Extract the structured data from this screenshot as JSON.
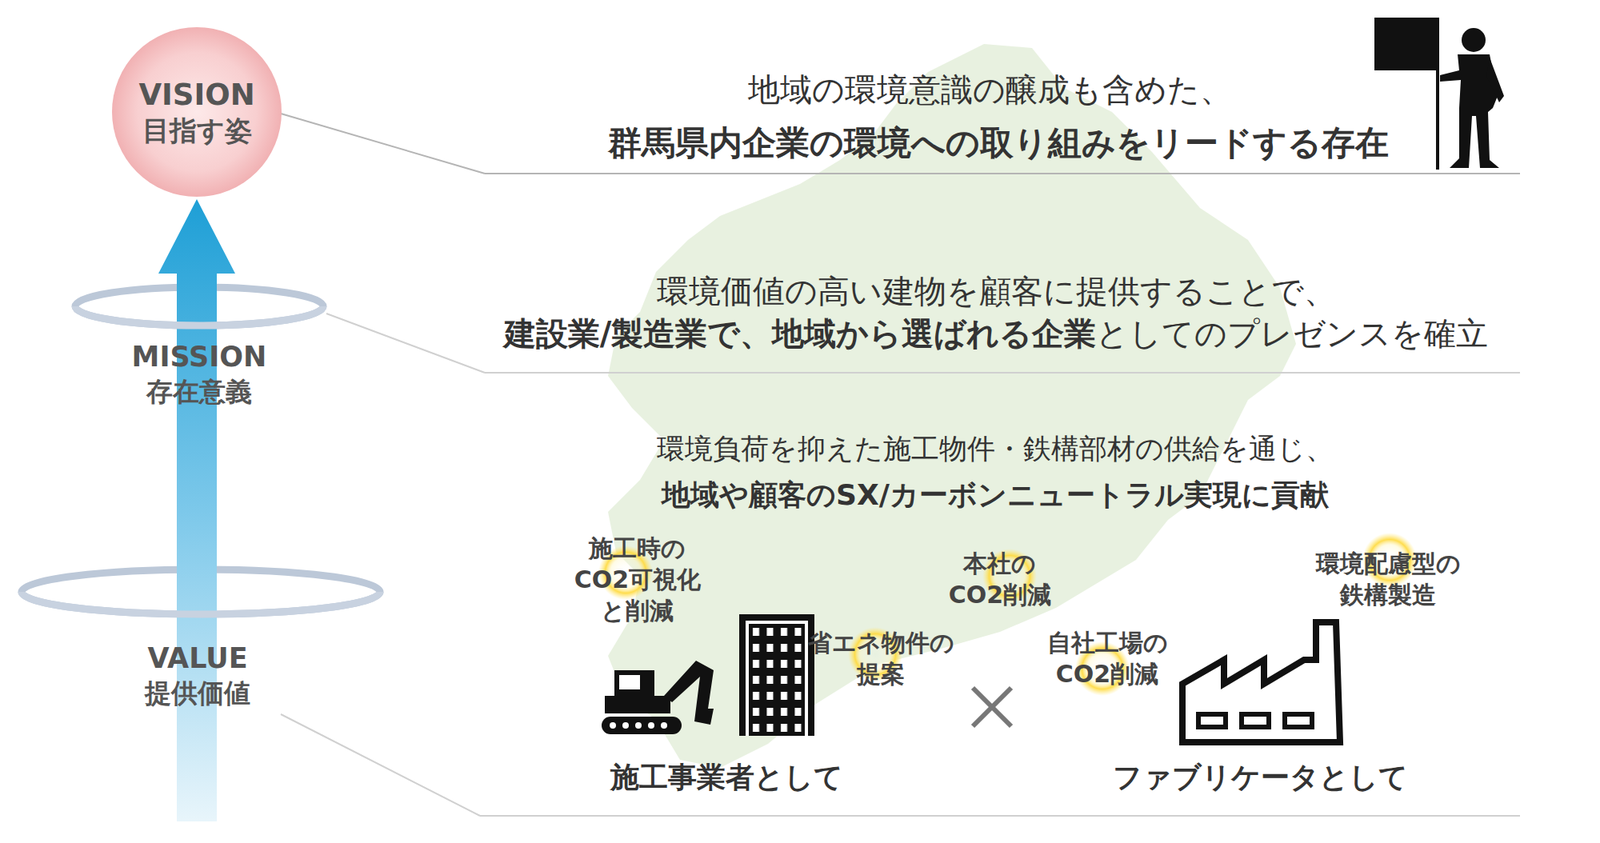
{
  "diagram": {
    "nodes": [
      {
        "text": [
          "VISION",
          "目指す姿"
        ]
      }
    ],
    "labels": [
      "地域の環境意識の醸成も含めた、",
      "群馬県内企業の環境への取り組みをリードする存在",
      "MISSION",
      "存在意義",
      "VALUE",
      "提供価値",
      "環境価値の高い建物を顧客に提供することで、",
      "建設業/製造業で、地域から選ばれる企業",
      "としてのプレゼンスを確立",
      "環境負荷を抑えた施工物件・鉄構部材の供給を通じ、",
      "地域や顧客のSX/カーボンニュートラル実現に貢献",
      "施工時の CO2可視化 と削減",
      "本社の CO2削減",
      "環境配慮型の 鉄構製造",
      "省エネ物件の 提案",
      "自社工場の CO2削減",
      "施工事業者として",
      "ファブリケータとして"
    ]
  }
}
